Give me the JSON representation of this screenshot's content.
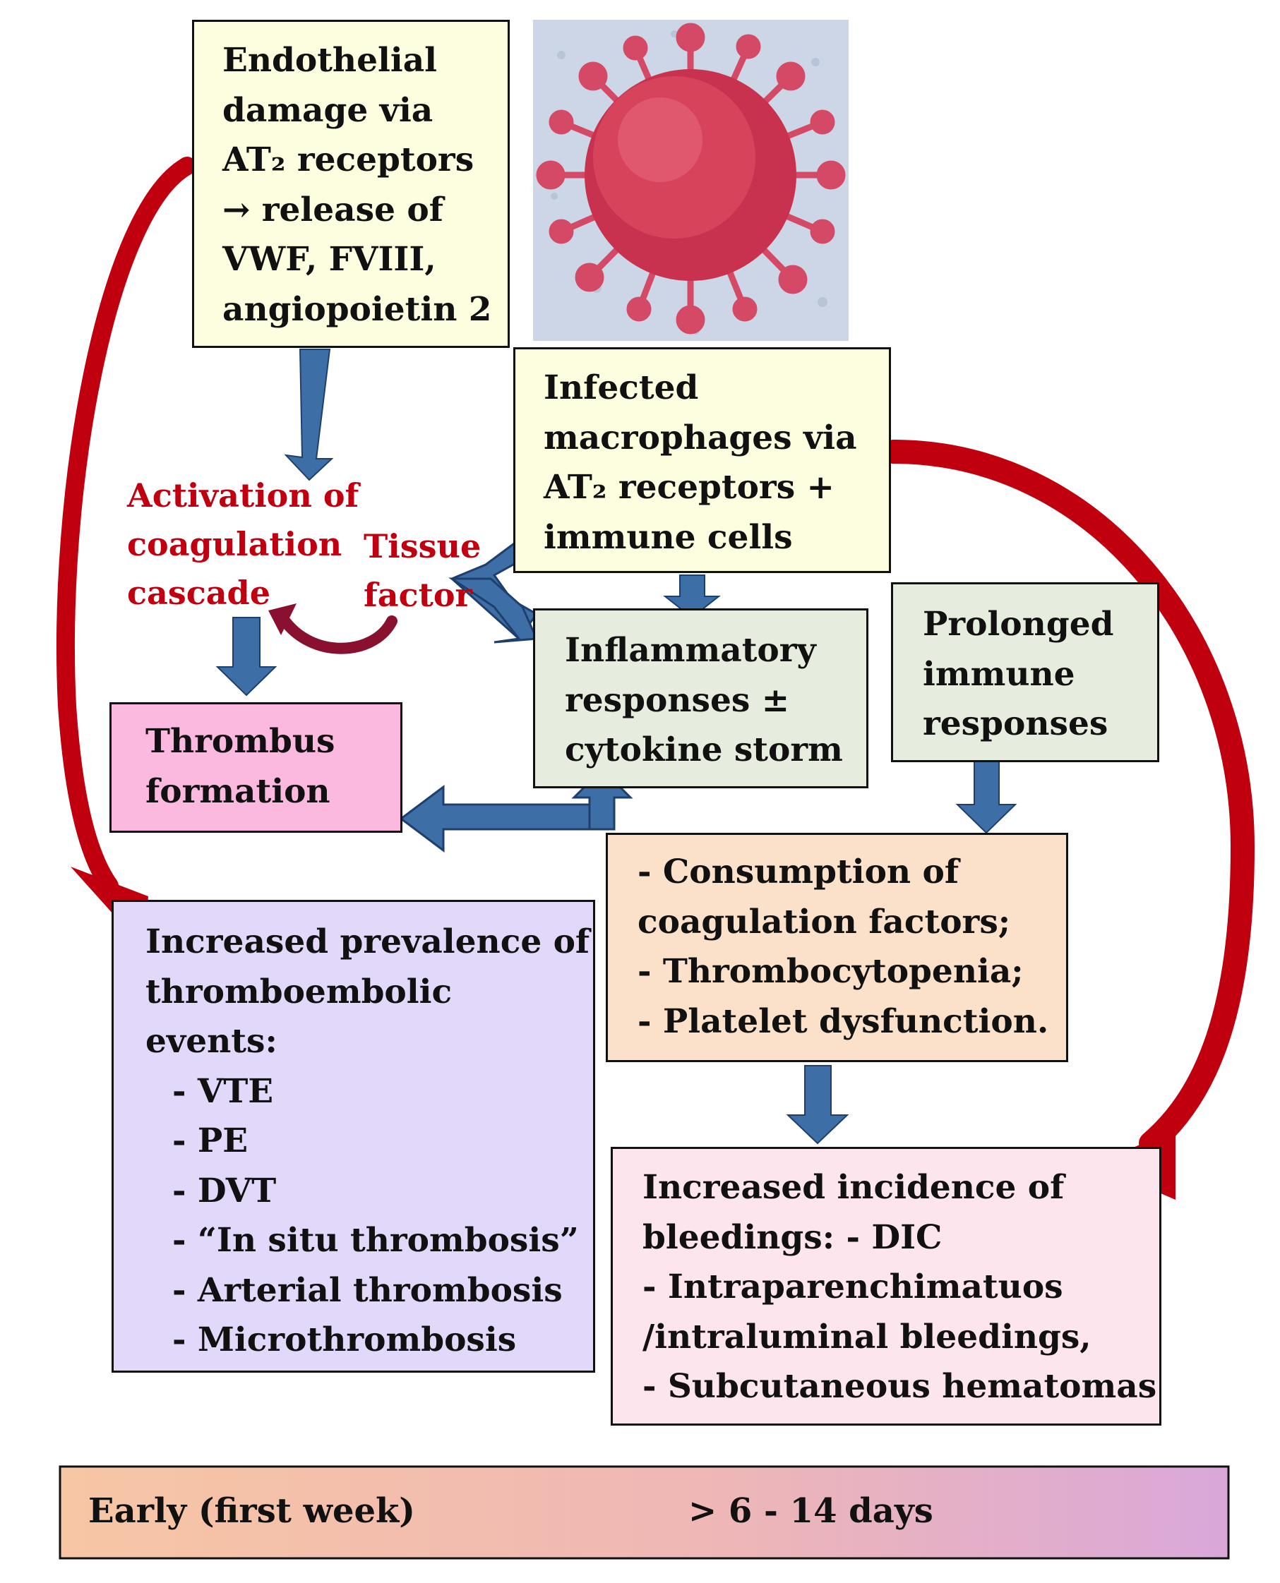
{
  "boxes": {
    "endothelial": {
      "lines": [
        "Endothelial",
        "damage via",
        "AT₂ receptors",
        "→ release of",
        "VWF, FVIII,",
        "angiopoietin 2"
      ],
      "color": "#fdfde0"
    },
    "infected": {
      "lines": [
        "Infected",
        "macrophages via",
        "AT₂ receptors +",
        "immune cells"
      ],
      "color": "#fdfde0"
    },
    "thrombus": {
      "lines": [
        "Thrombus",
        "formation"
      ],
      "color": "#fbb9e0"
    },
    "inflammatory": {
      "lines": [
        "Inflammatory",
        "responses ±",
        "cytokine storm"
      ],
      "color": "#e7edde"
    },
    "prolonged": {
      "lines": [
        "Prolonged",
        "immune",
        "responses"
      ],
      "color": "#e7edde"
    },
    "consumption": {
      "lines": [
        "- Consumption of",
        "coagulation factors;",
        "- Thrombocytopenia;",
        "- Platelet dysfunction."
      ],
      "color": "#fbe1c9"
    },
    "thromboembolic": {
      "lines": [
        "Increased prevalence of",
        "thromboembolic",
        "events:"
      ],
      "items": [
        "- VTE",
        "- PE",
        "- DVT",
        "- “In situ thrombosis”",
        "- Arterial thrombosis",
        "- Microthrombosis"
      ],
      "color": "#e2d8fa"
    },
    "bleedings": {
      "lines": [
        "Increased incidence of",
        "bleedings: - DIC",
        "- Intraparenchimatuos",
        "/intraluminal bleedings,",
        "- Subcutaneous hematomas"
      ],
      "color": "#fde5ee"
    }
  },
  "labels": {
    "activation": [
      "Activation of",
      "coagulation",
      "cascade"
    ],
    "tissue_factor": [
      "Tissue",
      "factor"
    ]
  },
  "timeline": {
    "early": "Early (first week)",
    "late": "> 6 - 14 days"
  },
  "colors": {
    "blue_arrow": "#3d6fa6",
    "blue_outline": "#1e3f6e",
    "red_arrow": "#c0000f",
    "red_label": "#c00010",
    "curved_small": "#8a1030"
  }
}
